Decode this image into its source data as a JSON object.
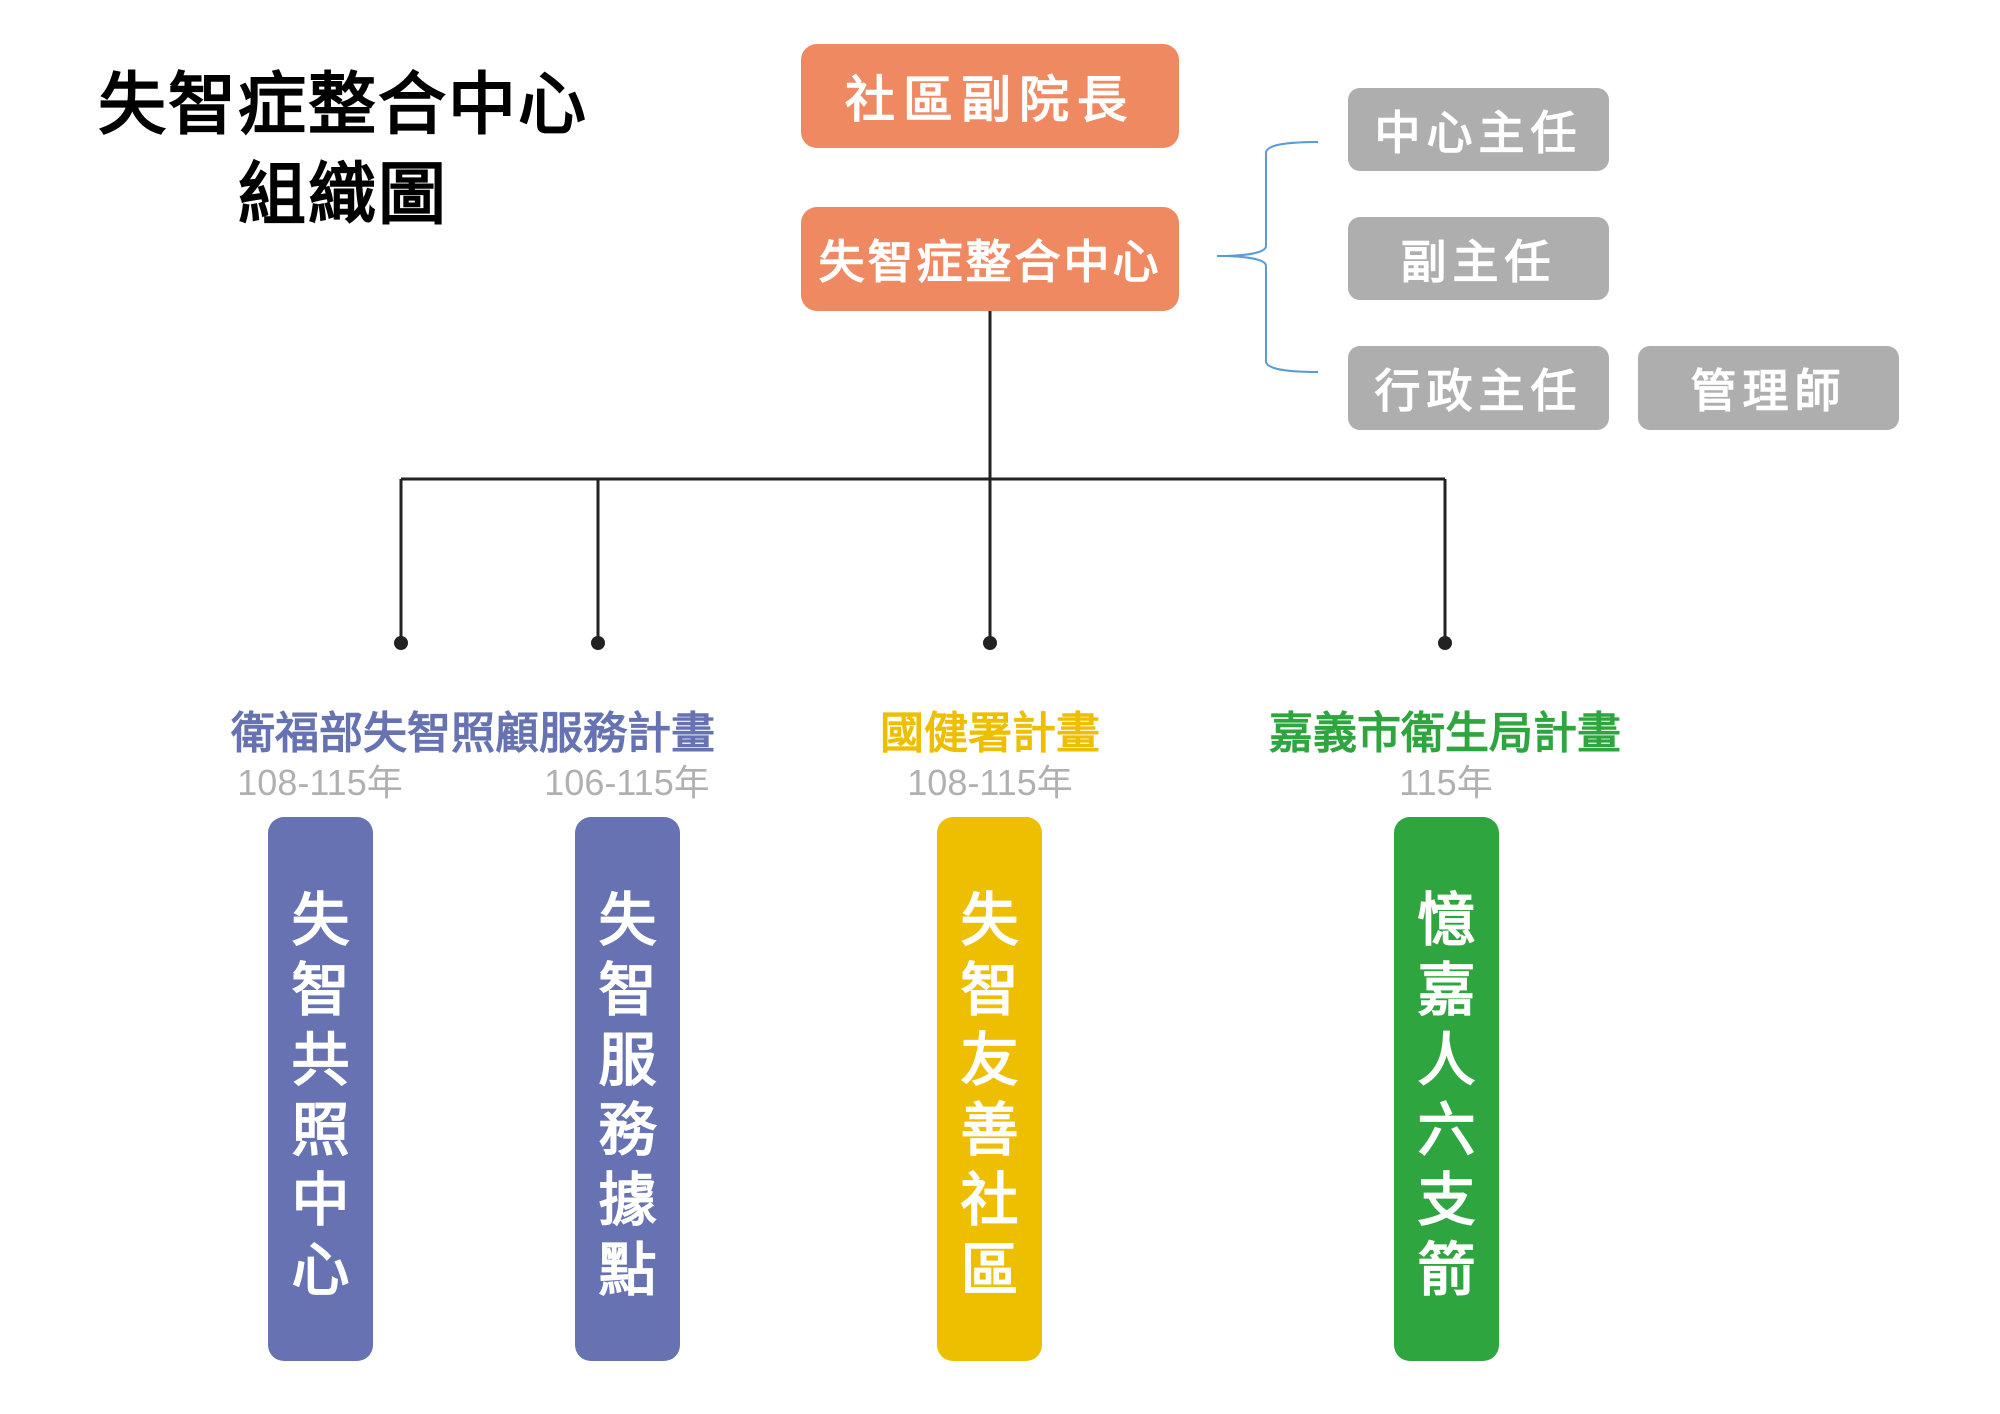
{
  "title": {
    "line1": "失智症整合中心",
    "line2": "組織圖"
  },
  "top_nodes": [
    {
      "label": "社區副院長",
      "color": "#ee8962"
    },
    {
      "label": "失智症整合中心",
      "color": "#ee8962"
    }
  ],
  "staff": [
    {
      "label": "中心主任"
    },
    {
      "label": "副主任"
    },
    {
      "label": "行政主任"
    },
    {
      "label": "管理師"
    }
  ],
  "colors": {
    "orange": "#ee8962",
    "gray_box": "#afaeae",
    "purple": "#6672b2",
    "yellow": "#edbf00",
    "green": "#2ea53f",
    "year_text": "#b0b0b0",
    "connector": "#222222",
    "brace": "#5b9bd5"
  },
  "plans": [
    {
      "title": "衛福部失智照顧服務計畫",
      "color": "#6672b2",
      "programs": [
        {
          "years": "108-115年",
          "name": [
            "失",
            "智",
            "共",
            "照",
            "中",
            "心"
          ]
        },
        {
          "years": "106-115年",
          "name": [
            "失",
            "智",
            "服",
            "務",
            "據",
            "點"
          ]
        }
      ]
    },
    {
      "title": "國健署計畫",
      "color": "#edbf00",
      "programs": [
        {
          "years": "108-115年",
          "name": [
            "失",
            "智",
            "友",
            "善",
            "社",
            "區"
          ]
        }
      ]
    },
    {
      "title": "嘉義市衛生局計畫",
      "color": "#2ea53f",
      "programs": [
        {
          "years": "115年",
          "name": [
            "憶",
            "嘉",
            "人",
            "六",
            "支",
            "箭"
          ]
        }
      ]
    }
  ]
}
